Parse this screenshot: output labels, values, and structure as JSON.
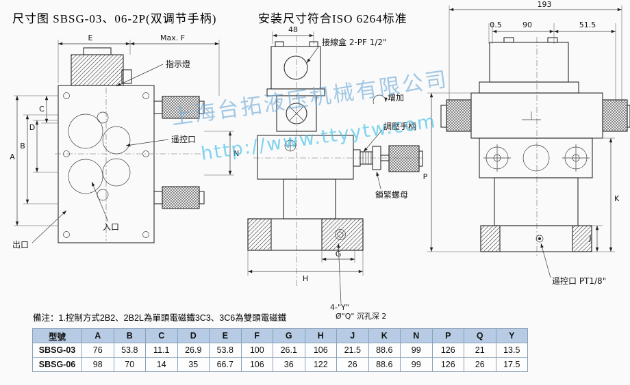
{
  "page": {
    "title": "尺寸图 SBSG-03、06-2P(双调节手柄)",
    "subtitle": "安装尺寸符合ISO 6264标准"
  },
  "watermark": {
    "company": "上海台拓液压机械有限公司",
    "url": "http://www.ttyytw.com"
  },
  "front_view": {
    "dims": {
      "e": "E",
      "max_f": "Max. F",
      "a": "A",
      "b": "B",
      "c": "C",
      "d": "D",
      "n": "N"
    },
    "callouts": {
      "indicator_light": "指示燈",
      "remote_port": "遥控口",
      "inlet": "入口",
      "outlet": "出口"
    }
  },
  "side_view": {
    "dims": {
      "width_48": "48",
      "g": "G",
      "h": "H"
    },
    "callouts": {
      "junction_box": "接線盒 2-PF 1/2\"",
      "increase": "增加",
      "pressure_handle": "調壓手柄",
      "lock_nut": "鎖緊螺母"
    },
    "hole_note_line1": "4-\"Y\"",
    "hole_note_line2": "Ø\"Q\" 沉孔深 2"
  },
  "end_view": {
    "dims": {
      "total_193": "193",
      "offset_05": "0.5",
      "mid_90": "90",
      "right_515": "51.5",
      "p": "P",
      "k": "K",
      "j": "J"
    },
    "callouts": {
      "remote_port": "遥控口  PT1/8\""
    }
  },
  "notes": {
    "remark": "備注：1.控制方式2B2、2B2L為單頭電磁鐵3C3、3C6為雙頭電磁鐵"
  },
  "table": {
    "headers": [
      "型號",
      "A",
      "B",
      "C",
      "D",
      "E",
      "F",
      "G",
      "H",
      "J",
      "K",
      "N",
      "P",
      "Q",
      "Y"
    ],
    "rows": [
      [
        "SBSG-03",
        "76",
        "53.8",
        "11.1",
        "26.9",
        "53.8",
        "100",
        "26.1",
        "106",
        "21.5",
        "88.6",
        "99",
        "126",
        "21",
        "13.5"
      ],
      [
        "SBSG-06",
        "98",
        "70",
        "14",
        "35",
        "66.7",
        "106",
        "36",
        "122",
        "26",
        "88.6",
        "99",
        "126",
        "26",
        "17.5"
      ]
    ]
  }
}
